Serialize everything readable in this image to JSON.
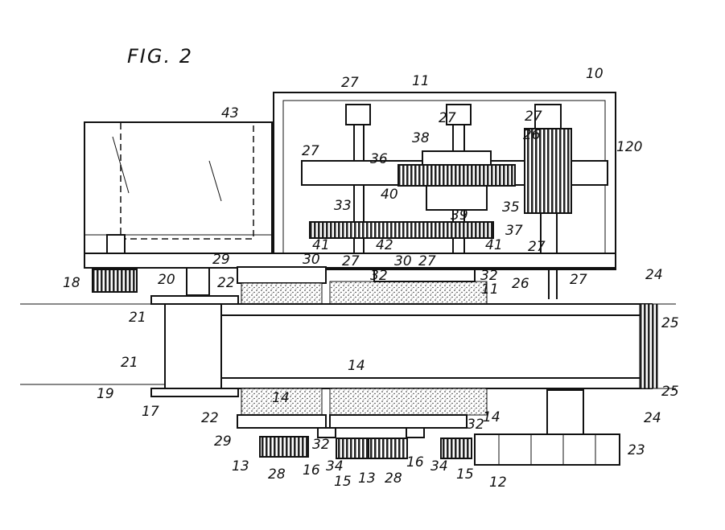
{
  "figure_title": "FIG. 2",
  "labels": [
    "10",
    "11",
    "27",
    "27",
    "27",
    "26",
    "38",
    "36",
    "43",
    "120",
    "27",
    "40",
    "35",
    "39",
    "33",
    "37",
    "41",
    "42",
    "41",
    "27",
    "29",
    "30",
    "27",
    "30",
    "27",
    "32",
    "32",
    "11",
    "27",
    "26",
    "22",
    "20",
    "18",
    "24",
    "25",
    "21",
    "21",
    "14",
    "14",
    "25",
    "24",
    "19",
    "17",
    "22",
    "29",
    "14",
    "32",
    "32",
    "23",
    "13",
    "28",
    "16",
    "34",
    "15",
    "13",
    "28",
    "16",
    "34",
    "15",
    "12"
  ]
}
